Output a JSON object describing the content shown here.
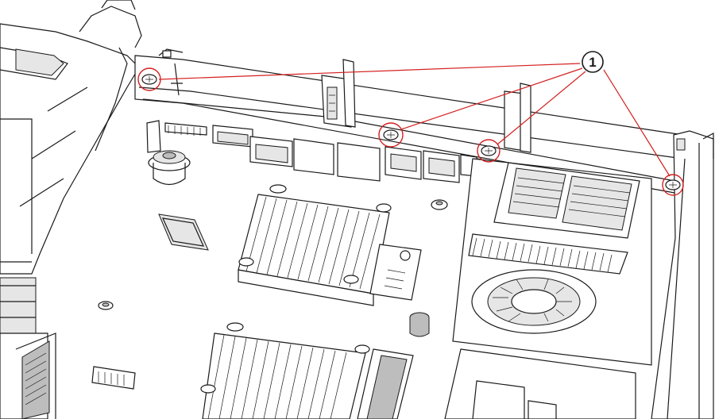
{
  "figure": {
    "callout": {
      "number": "1",
      "line_color": "#d42020",
      "ring_color": "#d42020"
    },
    "targets": [
      {
        "name": "screw-left"
      },
      {
        "name": "screw-center"
      },
      {
        "name": "screw-center-right"
      },
      {
        "name": "screw-right"
      }
    ],
    "colors": {
      "outline": "#1a1a1a",
      "fill_light": "#e6e6e6",
      "fill_dark": "#bdbdbd",
      "background": "#ffffff"
    }
  }
}
